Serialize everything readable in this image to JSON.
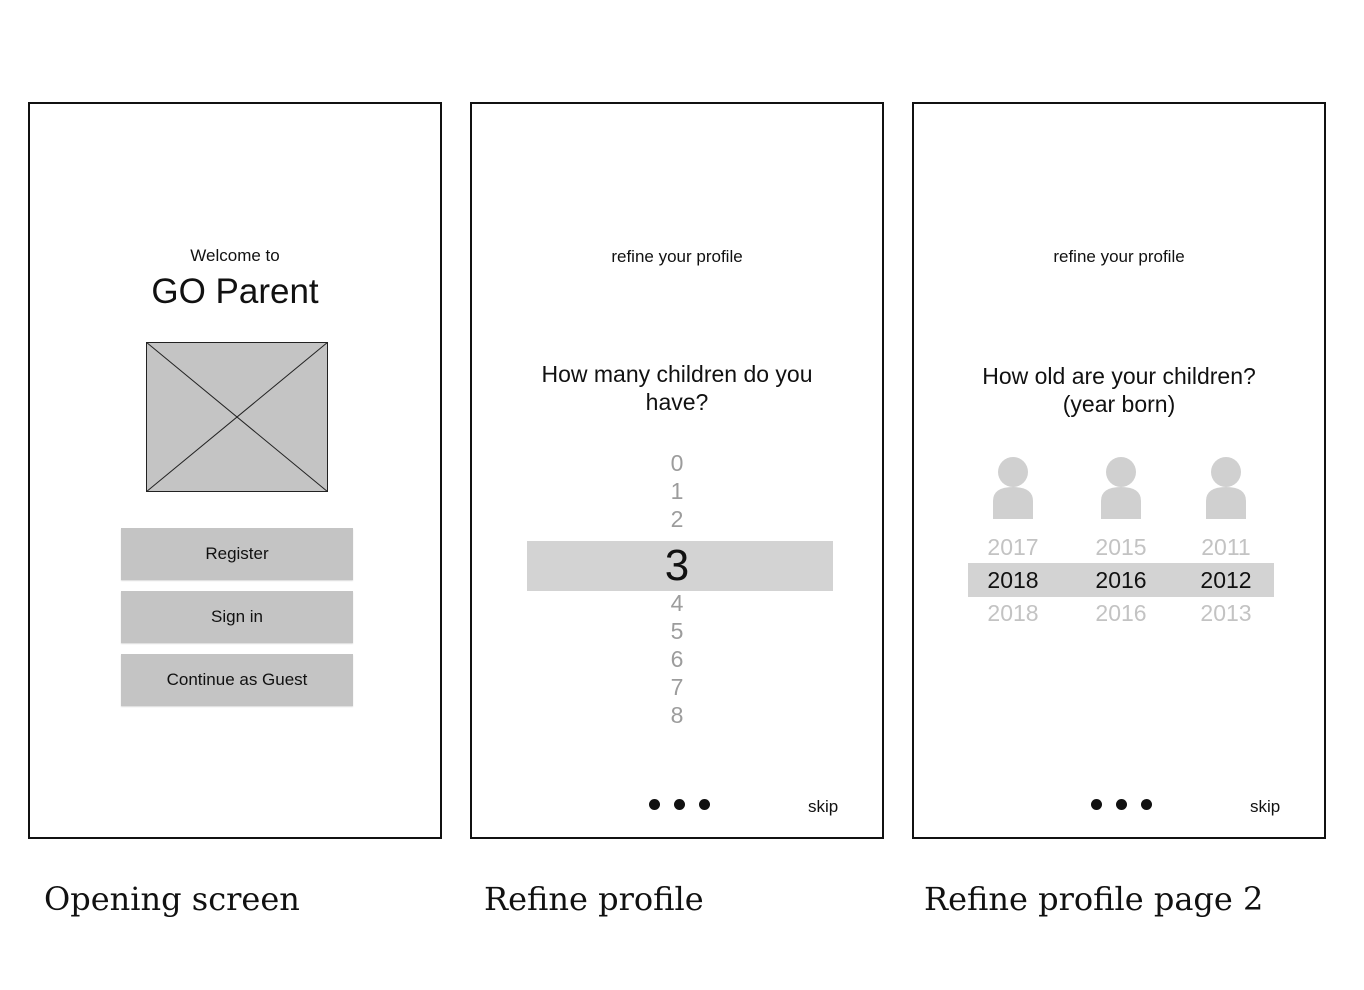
{
  "screens": [
    {
      "caption": "Opening screen",
      "welcome": "Welcome to",
      "app_name": "GO Parent",
      "buttons": [
        "Register",
        "Sign in",
        "Continue as Guest"
      ]
    },
    {
      "caption": "Refine profile",
      "subtitle": "refine your profile",
      "question_line1": "How many children do you",
      "question_line2": "have?",
      "picker_options": [
        "0",
        "1",
        "2",
        "3",
        "4",
        "5",
        "6",
        "7",
        "8"
      ],
      "selected_value": "3",
      "skip": "skip"
    },
    {
      "caption": "Refine profile page 2",
      "subtitle": "refine your profile",
      "question_line1": "How old are your children?",
      "question_line2": "(year born)",
      "columns": [
        {
          "above": "2017",
          "selected": "2018",
          "below": "2018"
        },
        {
          "above": "2015",
          "selected": "2016",
          "below": "2016"
        },
        {
          "above": "2011",
          "selected": "2012",
          "below": "2013"
        }
      ],
      "skip": "skip"
    }
  ],
  "colors": {
    "placeholder_gray": "#c4c4c4",
    "highlight_gray": "#d3d3d3",
    "dim_text": "#9c9c9c",
    "avatar_gray": "#d0d0d0"
  }
}
